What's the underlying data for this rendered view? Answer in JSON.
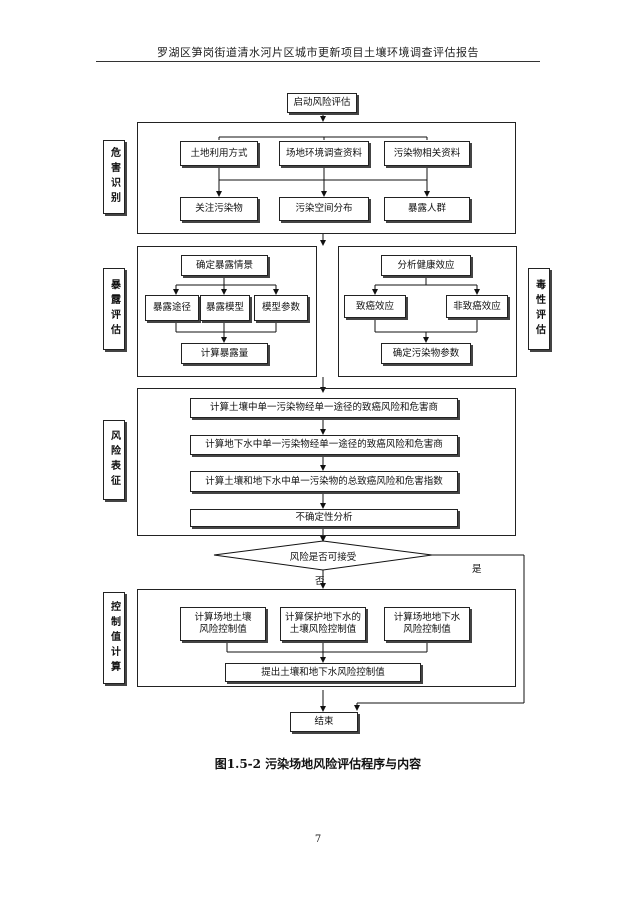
{
  "header": {
    "title": "罗湖区笋岗街道清水河片区城市更新项目土壤环境调查评估报告"
  },
  "flow": {
    "start": "启动风险评估",
    "hazard": {
      "side_label": "危害识别",
      "row1": [
        "土地利用方式",
        "场地环境调查资料",
        "污染物相关资料"
      ],
      "row2": [
        "关注污染物",
        "污染空间分布",
        "暴露人群"
      ]
    },
    "exposure": {
      "side_label": "暴露评估",
      "top": "确定暴露情景",
      "row": [
        "暴露途径",
        "暴露模型",
        "模型参数"
      ],
      "bottom": "计算暴露量"
    },
    "toxicity": {
      "side_label": "毒性评估",
      "top": "分析健康效应",
      "row": [
        "致癌效应",
        "非致癌效应"
      ],
      "bottom": "确定污染物参数"
    },
    "characterization": {
      "side_label": "风险表征",
      "steps": [
        "计算土壤中单一污染物经单一途径的致癌风险和危害商",
        "计算地下水中单一污染物经单一途径的致癌风险和危害商",
        "计算土壤和地下水中单一污染物的总致癌风险和危害指数",
        "不确定性分析"
      ]
    },
    "decision": {
      "question": "风险是否可接受",
      "yes": "是",
      "no": "否"
    },
    "control": {
      "side_label": "控制值计算",
      "row": [
        "计算场地土壤\n风险控制值",
        "计算保护地下水的\n土壤风险控制值",
        "计算场地地下水\n风险控制值"
      ],
      "bottom": "提出土壤和地下水风险控制值"
    },
    "end": "结束"
  },
  "caption": "图1.5-2   污染场地风险评估程序与内容",
  "page_number": "7"
}
